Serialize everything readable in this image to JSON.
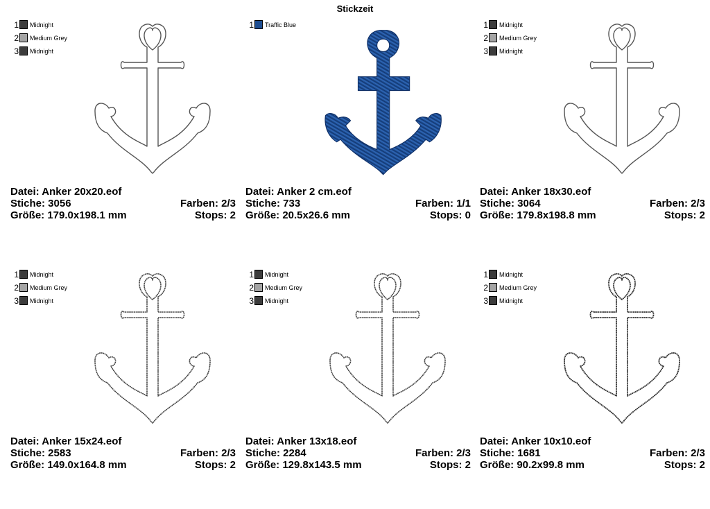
{
  "page_title": "Stickzeit",
  "colors": {
    "midnight": "#3c3c3c",
    "medium_grey": "#a4a4a4",
    "traffic_blue": "#1d4d91"
  },
  "designs": [
    {
      "file": "Datei: Anker 20x20.eof",
      "stitches": "Stiche: 3056",
      "colors_label": "Farben: 2/3",
      "size": "Größe: 179.0x198.1 mm",
      "stops": "Stops: 2",
      "legend": [
        {
          "num": "1",
          "name": "Midnight",
          "color": "#3c3c3c"
        },
        {
          "num": "2",
          "name": "Medium Grey",
          "color": "#a4a4a4"
        },
        {
          "num": "3",
          "name": "Midnight",
          "color": "#3c3c3c"
        }
      ]
    },
    {
      "file": "Datei: Anker 2 cm.eof",
      "stitches": "Stiche: 733",
      "colors_label": "Farben: 1/1",
      "size": "Größe: 20.5x26.6 mm",
      "stops": "Stops: 0",
      "legend": [
        {
          "num": "1",
          "name": "Traffic Blue",
          "color": "#1d4d91"
        }
      ]
    },
    {
      "file": "Datei: Anker 18x30.eof",
      "stitches": "Stiche: 3064",
      "colors_label": "Farben: 2/3",
      "size": "Größe: 179.8x198.8 mm",
      "stops": "Stops: 2",
      "legend": [
        {
          "num": "1",
          "name": "Midnight",
          "color": "#3c3c3c"
        },
        {
          "num": "2",
          "name": "Medium Grey",
          "color": "#a4a4a4"
        },
        {
          "num": "3",
          "name": "Midnight",
          "color": "#3c3c3c"
        }
      ]
    },
    {
      "file": "Datei: Anker 15x24.eof",
      "stitches": "Stiche: 2583",
      "colors_label": "Farben: 2/3",
      "size": "Größe: 149.0x164.8 mm",
      "stops": "Stops: 2",
      "legend": [
        {
          "num": "1",
          "name": "Midnight",
          "color": "#3c3c3c"
        },
        {
          "num": "2",
          "name": "Medium Grey",
          "color": "#a4a4a4"
        },
        {
          "num": "3",
          "name": "Midnight",
          "color": "#3c3c3c"
        }
      ]
    },
    {
      "file": "Datei: Anker 13x18.eof",
      "stitches": "Stiche: 2284",
      "colors_label": "Farben: 2/3",
      "size": "Größe: 129.8x143.5 mm",
      "stops": "Stops: 2",
      "legend": [
        {
          "num": "1",
          "name": "Midnight",
          "color": "#3c3c3c"
        },
        {
          "num": "2",
          "name": "Medium Grey",
          "color": "#a4a4a4"
        },
        {
          "num": "3",
          "name": "Midnight",
          "color": "#3c3c3c"
        }
      ]
    },
    {
      "file": "Datei: Anker 10x10.eof",
      "stitches": "Stiche: 1681",
      "colors_label": "Farben: 2/3",
      "size": "Größe: 90.2x99.8 mm",
      "stops": "Stops: 2",
      "legend": [
        {
          "num": "1",
          "name": "Midnight",
          "color": "#3c3c3c"
        },
        {
          "num": "2",
          "name": "Medium Grey",
          "color": "#a4a4a4"
        },
        {
          "num": "3",
          "name": "Midnight",
          "color": "#3c3c3c"
        }
      ]
    }
  ]
}
